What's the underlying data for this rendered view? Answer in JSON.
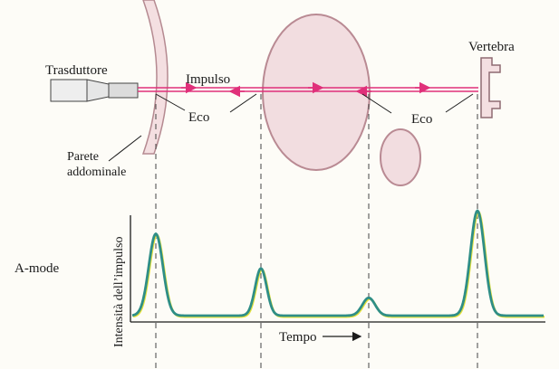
{
  "labels": {
    "trasduttore": "Trasduttore",
    "impulso": "Impulso",
    "eco_1": "Eco",
    "eco_2": "Eco",
    "vertebra": "Vertebra",
    "parete_line1": "Parete",
    "parete_line2": "addominale",
    "amode": "A-mode",
    "ylabel": "Intensità dell’impulso",
    "xlabel": "Tempo"
  },
  "colors": {
    "pulse_arrow": "#e0307a",
    "signal_main": "#2f8e86",
    "signal_highlight": "#e6e23a",
    "organ_fill": "#f2dde0",
    "organ_stroke": "#b98a93",
    "wall_fill": "#f4dfe1",
    "wall_stroke": "#b58a91",
    "transducer_fill": "#eeeeee",
    "ink": "#1b1b1b"
  },
  "chart_data": {
    "type": "line",
    "title": "",
    "xlabel": "Tempo",
    "ylabel": "Intensità dell’impulso",
    "peaks": [
      {
        "echo_from": "Parete addominale",
        "relative_amplitude": 0.78
      },
      {
        "echo_from": "organo (entrata)",
        "relative_amplitude": 0.45
      },
      {
        "echo_from": "organo (uscita)",
        "relative_amplitude": 0.17
      },
      {
        "echo_from": "Vertebra",
        "relative_amplitude": 1.0
      }
    ]
  }
}
